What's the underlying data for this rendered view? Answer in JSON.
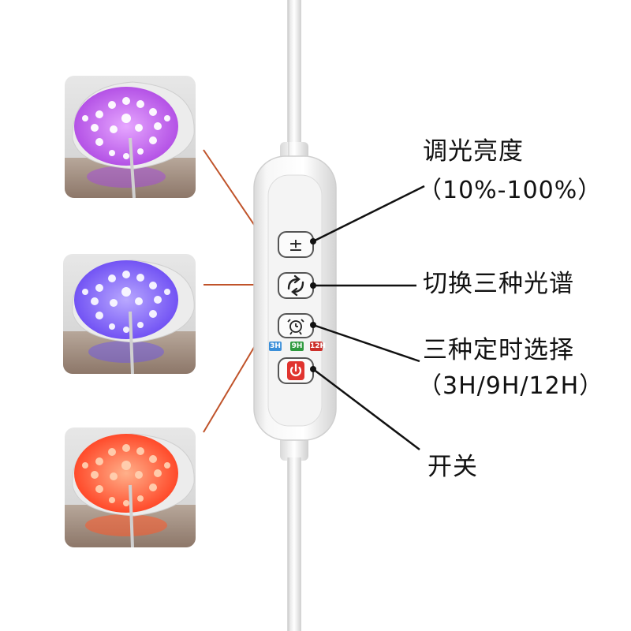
{
  "labels": {
    "dimming": "调光亮度",
    "dimming_range": "（10%-100%）",
    "spectrum": "切换三种光谱",
    "timer": "三种定时选择",
    "timer_options": "（3H/9H/12H）",
    "power": "开关"
  },
  "buttons": {
    "dim_symbol": "±",
    "timer_badges": [
      "3H",
      "9H",
      "12H"
    ]
  },
  "colors": {
    "leader_line_accent": "#c0532a",
    "pointer_line": "#111111",
    "power_icon": "#e0342f",
    "lamp_purple": "#c86ae8",
    "lamp_blue": "#8a6cf6",
    "lamp_red": "#ff5a3c"
  },
  "photos": [
    {
      "name": "purple-spectrum-lamp-photo"
    },
    {
      "name": "blue-spectrum-lamp-photo"
    },
    {
      "name": "red-spectrum-lamp-photo"
    }
  ]
}
